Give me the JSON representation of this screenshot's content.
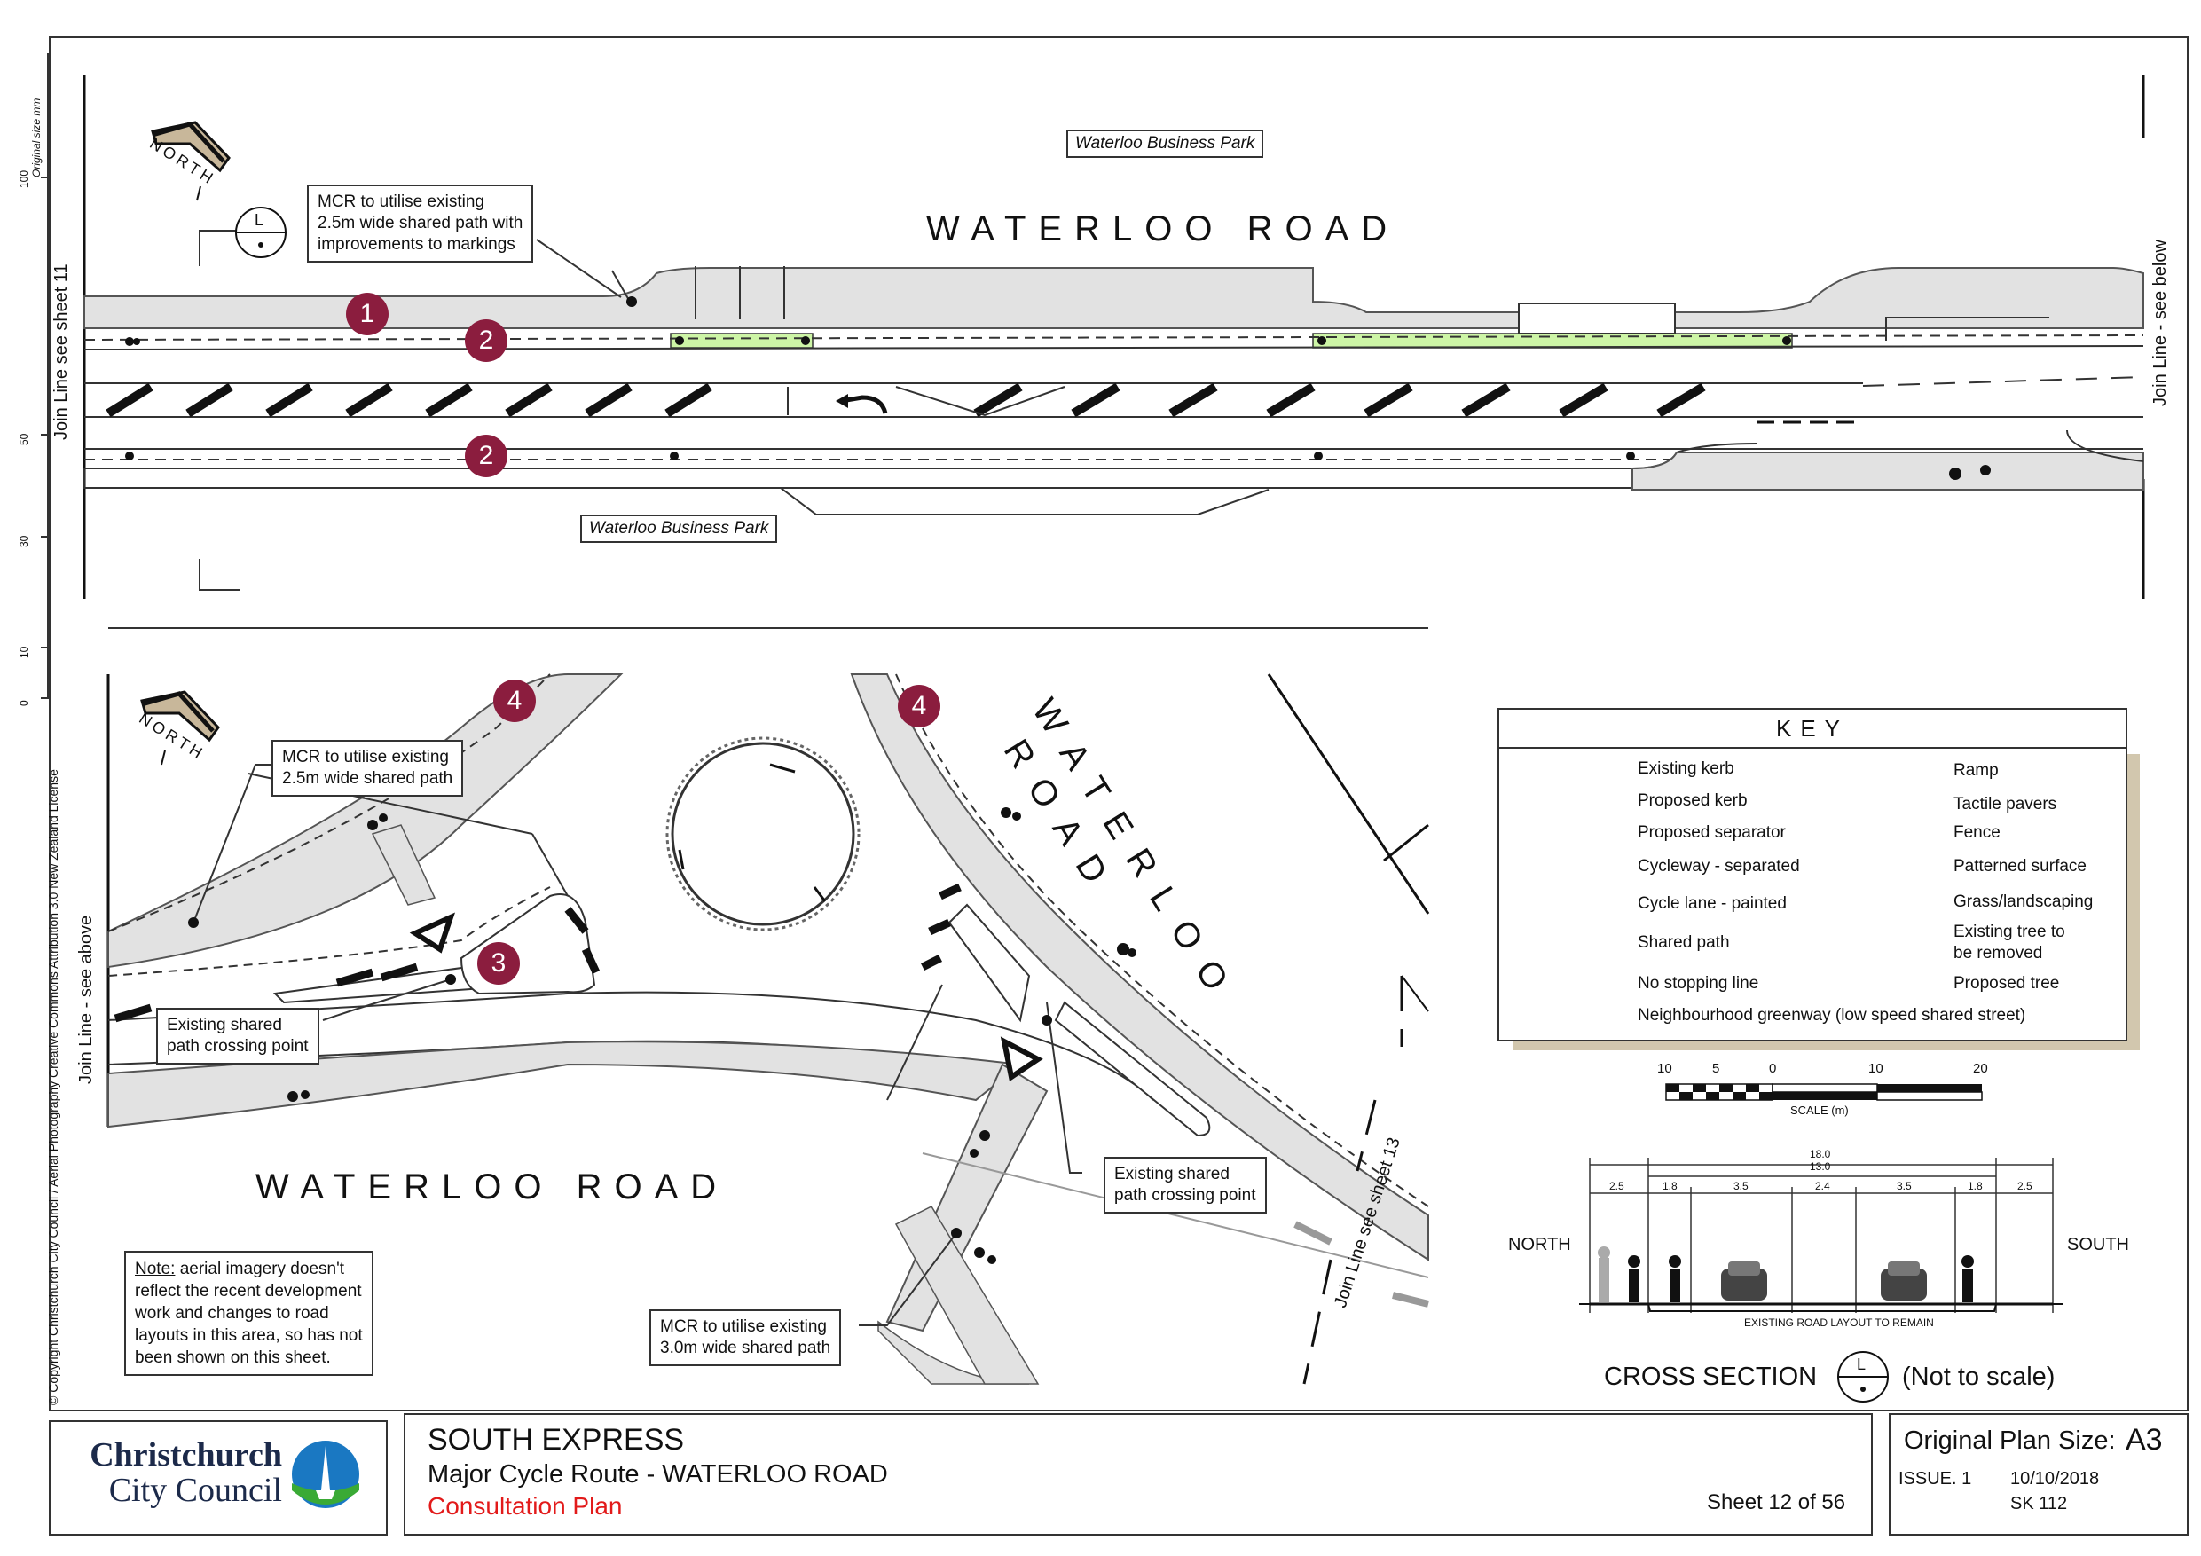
{
  "sheet_info": {
    "vertical_margin_text": "© Copyright Christchurch City Council  / Aerial Photography Creative Commons Attribution 3.0 New Zealand License",
    "ruler_label": "Original size mm",
    "ruler_ticks": [
      "100",
      "50",
      "30",
      "10",
      "0"
    ]
  },
  "top_plan": {
    "north_label": "NORTH",
    "road_name": "WATERLOO ROAD",
    "business_park_top": "Waterloo Business Park",
    "business_park_bottom": "Waterloo Business Park",
    "join_left": "Join Line see sheet 11",
    "join_right": "Join Line - see below",
    "callout_lines": [
      "MCR to utilise existing",
      "2.5m wide shared path with",
      "improvements to markings"
    ],
    "badges": [
      "1",
      "2",
      "2"
    ]
  },
  "bottom_plan": {
    "north_label": "NORTH",
    "road_name_lower": "WATERLOO ROAD",
    "road_name_diag_1": "WATERLOO",
    "road_name_diag_2": "ROAD",
    "join_left": "Join Line - see above",
    "join_right": "Join Line see sheet 13",
    "callout_25": [
      "MCR to utilise existing",
      "2.5m wide shared path"
    ],
    "callout_30": [
      "MCR to utilise existing",
      "3.0m wide shared path"
    ],
    "crossing_left": [
      "Existing shared",
      "path crossing point"
    ],
    "crossing_right": [
      "Existing shared",
      "path crossing point"
    ],
    "note_label": "Note:",
    "note_lines": [
      " aerial imagery doesn't",
      "reflect the recent development",
      "work and changes to road",
      "layouts in this area, so has not",
      "been shown on this sheet."
    ],
    "badges": [
      "4",
      "4",
      "3"
    ]
  },
  "key": {
    "title": "KEY",
    "left_items": [
      "Existing kerb",
      "Proposed kerb",
      "Proposed separator",
      "Cycleway - separated",
      "Cycle lane - painted",
      "Shared path",
      "No stopping line",
      "Neighbourhood greenway (low speed shared street)"
    ],
    "right_items": [
      "Ramp",
      "Tactile pavers",
      "Fence",
      "Patterned surface",
      "Grass/landscaping",
      "Existing tree to",
      "be removed",
      "Proposed tree"
    ]
  },
  "scale_bar": {
    "labels": [
      "10",
      "5",
      "0",
      "10",
      "20"
    ],
    "caption": "SCALE (m)"
  },
  "cross_section": {
    "total": "18.0",
    "inner": "13.0",
    "segments": [
      "2.5",
      "1.8",
      "3.5",
      "2.4",
      "3.5",
      "1.8",
      "2.5"
    ],
    "north": "NORTH",
    "south": "SOUTH",
    "remark": "EXISTING ROAD LAYOUT TO REMAIN",
    "title": "CROSS SECTION",
    "not_to_scale": "(Not to scale)"
  },
  "title_block": {
    "org_line1": "Christchurch",
    "org_line2": "City Council",
    "project": "SOUTH EXPRESS",
    "route": "Major Cycle Route - WATERLOO ROAD",
    "plan_type": "Consultation Plan",
    "sheet": "Sheet 12 of 56",
    "orig_size_label": "Original Plan Size:",
    "orig_size_value": "A3",
    "issue": "ISSUE. 1",
    "date": "10/10/2018",
    "ref": "SK 112"
  },
  "colors": {
    "badge": "#8b1d3e",
    "path_grey": "#e2e2e2",
    "green_greenway": "#cdf5a6",
    "tactile_orange": "#f28a1c",
    "tactile_green": "#1fd15a",
    "grass_green": "#3ecc1c",
    "consultation_red": "#e21a1a",
    "logo_blue": "#1a78c2",
    "logo_green": "#3aaa35",
    "key_shadow": "#d2c7ae"
  }
}
